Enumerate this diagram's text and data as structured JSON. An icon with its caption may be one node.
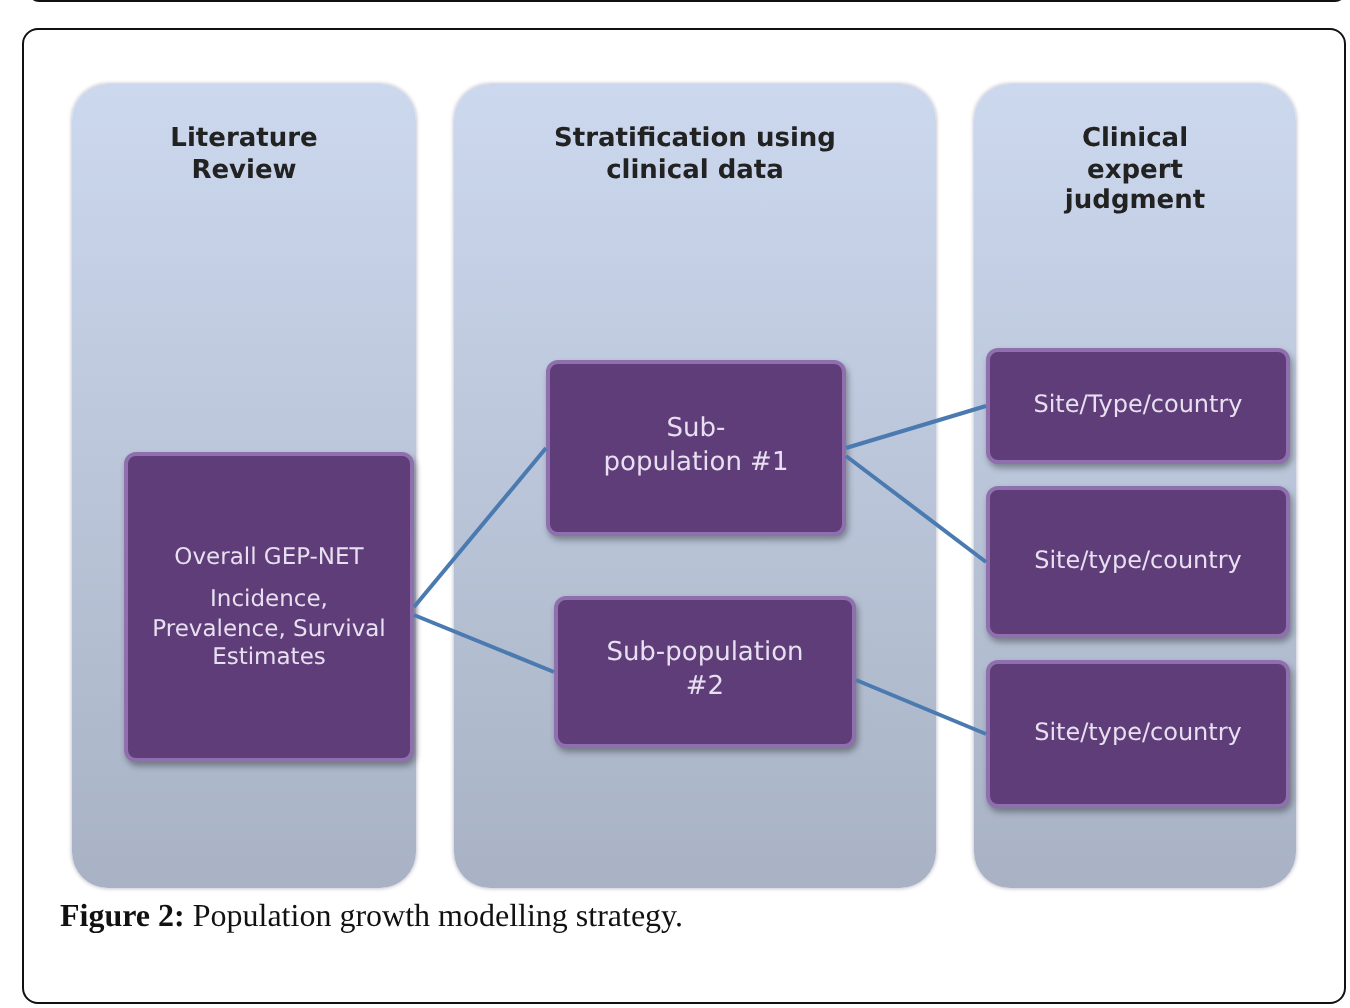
{
  "diagram": {
    "caption": "**Figure 2:** Population growth modelling strategy.",
    "nodes": [
      {
        "text": [
          "Literature Review"
        ]
      },
      {
        "text": [
          "Overall GEP-NET",
          "Incidence, Prevalence, Survival Estimates"
        ],
        "in": 0
      },
      {
        "text": [
          "Stratification using clinical data"
        ]
      },
      {
        "text": [
          "Sub-population #1"
        ],
        "in": 2
      },
      {
        "text": [
          "Sub-population #2"
        ],
        "in": 2
      },
      {
        "text": [
          "Clinical expert judgment"
        ]
      },
      {
        "text": [
          "Site/Type/country"
        ],
        "in": 5
      },
      {
        "text": [
          "Site/type/country"
        ],
        "in": 5
      },
      {
        "text": [
          "Site/type/country"
        ],
        "in": 5
      }
    ],
    "edges": [
      {
        "from": 1,
        "to": 3,
        "arrow": "none"
      },
      {
        "from": 1,
        "to": 4,
        "arrow": "none"
      },
      {
        "from": 3,
        "to": 6,
        "arrow": "none"
      },
      {
        "from": 3,
        "to": 7,
        "arrow": "none"
      },
      {
        "from": 4,
        "to": 8,
        "arrow": "none"
      }
    ]
  }
}
